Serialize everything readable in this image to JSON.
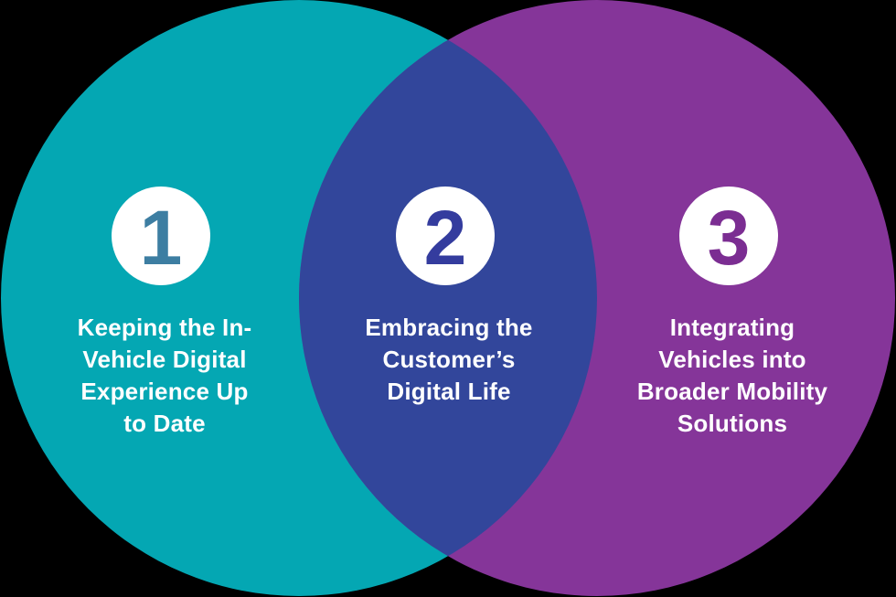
{
  "canvas": {
    "background_color": "#000000"
  },
  "venn": {
    "badge_color": "#FFFFFF",
    "text_color": "#FFFFFF",
    "sections": [
      {
        "id": "left-circle",
        "circle_color": "#04A7B3",
        "number": "1",
        "number_color": "#3D7EA2",
        "label": "Keeping the In-\nVehicle Digital\nExperience Up\nto Date"
      },
      {
        "id": "overlap",
        "circle_color": "#32469B",
        "number": "2",
        "number_color": "#343C9E",
        "label": "Embracing the\nCustomer’s\nDigital Life"
      },
      {
        "id": "right-circle",
        "circle_color": "#853599",
        "number": "3",
        "number_color": "#7B2D92",
        "label": "Integrating\nVehicles into\nBroader Mobility\nSolutions"
      }
    ]
  }
}
